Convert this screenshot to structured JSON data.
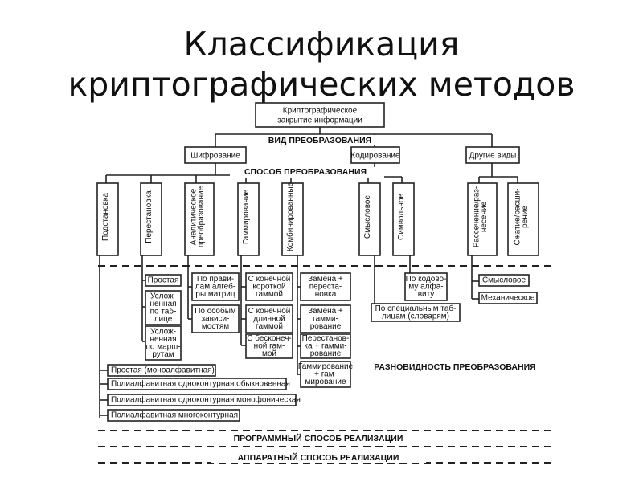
{
  "title": {
    "line1": "Классификация",
    "line2": "криптографических методов"
  },
  "diagram": {
    "root": [
      "Криптографическое",
      "закрытие информации"
    ],
    "section_labels": {
      "type": "ВИД ПРЕОБРАЗОВАНИЯ",
      "method": "СПОСОБ ПРЕОБРАЗОВАНИЯ",
      "variety": "РАЗНОВИДНОСТЬ ПРЕОБРАЗОВАНИЯ",
      "software": "ПРОГРАММНЫЙ СПОСОБ РЕАЛИЗАЦИИ",
      "hardware": "АППАРАТНЫЙ СПОСОБ РЕАЛИЗАЦИИ"
    },
    "types": {
      "encryption": "Шифрование",
      "coding": "Кодирование",
      "other": "Другие виды"
    },
    "methods": {
      "substitution": "Подстановка",
      "permutation": "Перестановка",
      "analytic": [
        "Аналитическое",
        "преобразование"
      ],
      "gamma": "Гаммирование",
      "combined": "Комбинированные",
      "semantic": "Смысловое",
      "symbolic": "Символьное",
      "scatter": [
        "Рассечение/раз-",
        "несение"
      ],
      "compression": [
        "Сжатие/расши-",
        "рение"
      ]
    },
    "varieties": {
      "permutation": [
        [
          "Простая"
        ],
        [
          "Услож-",
          "ненная",
          "по таб-",
          "лице"
        ],
        [
          "Услож-",
          "ненная",
          "по марш-",
          "рутам"
        ]
      ],
      "analytic": [
        [
          "По прави-",
          "лам алгеб-",
          "ры матриц"
        ],
        [
          "По особым",
          "зависи-",
          "мостям"
        ]
      ],
      "gamma": [
        [
          "С конечной",
          "короткой",
          "гаммой"
        ],
        [
          "С конечной",
          "длинной",
          "гаммой"
        ],
        [
          "С бесконеч-",
          "ной гам-",
          "мой"
        ]
      ],
      "combined": [
        [
          "Замена +",
          "переста-",
          "новка"
        ],
        [
          "Замена +",
          "гамми-",
          "рование"
        ],
        [
          "Перестанов-",
          "ка + гамми-",
          "рование"
        ],
        [
          "Гаммирование + гам-",
          "мирование"
        ]
      ],
      "symbolic": [
        [
          "По кодово-",
          "му алфа-",
          "виту"
        ]
      ],
      "semantic": [
        [
          "По специальным таб-",
          "лицам (словарям)"
        ]
      ],
      "scatter": [
        [
          "Смысловое"
        ],
        [
          "Механическое"
        ]
      ],
      "substitution": [
        [
          "Простая (моноалфавитная)"
        ],
        [
          "Полиалфавитная одноконтурная обыкновенная"
        ],
        [
          "Полиалфавитная одноконтурная монофоническая"
        ],
        [
          "Полиалфавитная многоконтурная"
        ]
      ]
    }
  }
}
